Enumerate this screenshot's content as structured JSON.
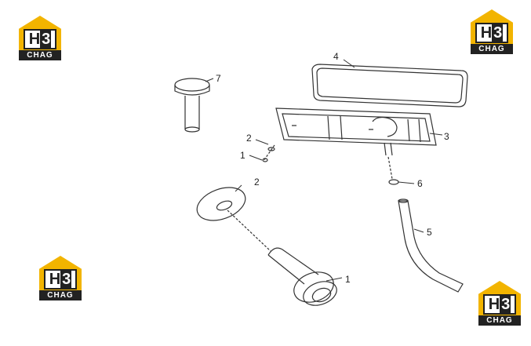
{
  "logo": {
    "letter": "H",
    "letter_highlight": "3",
    "brand": "CHAG"
  },
  "callouts": [
    "7",
    "4",
    "3",
    "2",
    "1",
    "6",
    "2",
    "5",
    "1"
  ]
}
